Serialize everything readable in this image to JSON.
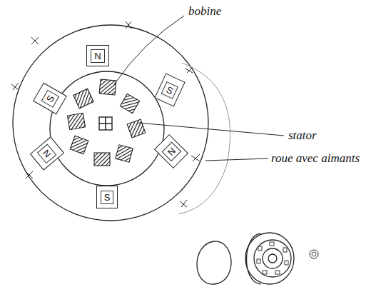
{
  "diagram": {
    "nodes": [
      {
        "text": [
          "N"
        ]
      },
      {
        "text": [
          "S"
        ]
      },
      {
        "text": [
          "S"
        ]
      },
      {
        "text": [
          "N"
        ]
      },
      {
        "text": [
          "N"
        ]
      },
      {
        "text": [
          "S"
        ]
      }
    ],
    "labels": [
      "bobine",
      "stator",
      "roue avec aimants"
    ]
  }
}
